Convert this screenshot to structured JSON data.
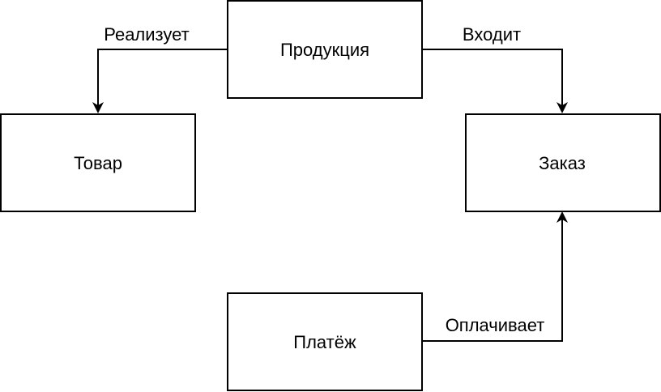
{
  "diagram": {
    "nodes": {
      "produkciya": {
        "label": "Продукция"
      },
      "tovar": {
        "label": "Товар"
      },
      "zakaz": {
        "label": "Заказ"
      },
      "platezh": {
        "label": "Платёж"
      }
    },
    "edges": {
      "realizuet": {
        "label": "Реализует",
        "from": "Продукция",
        "to": "Товар"
      },
      "vhodit": {
        "label": "Входит",
        "from": "Продукция",
        "to": "Заказ"
      },
      "oplachivaet": {
        "label": "Оплачивает",
        "from": "Платёж",
        "to": "Заказ"
      }
    }
  }
}
